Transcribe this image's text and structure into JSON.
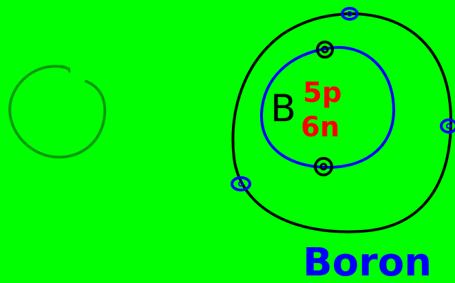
{
  "colors": {
    "background": "#00ff00",
    "outer_shell": "#000000",
    "inner_shell": "#0000ff",
    "nucleus_text": "#ff0000",
    "symbol_text": "#000000",
    "name_text": "#0000ff",
    "electron_inner": "#000000",
    "electron_outer": "#0000ff",
    "placeholder_circle": "#0a9a0a"
  },
  "atom": {
    "symbol": "B",
    "protons": "5p",
    "neutrons": "6n",
    "name": "Boron"
  },
  "icons": [
    "empty-circle-sketch",
    "electron-icon"
  ]
}
